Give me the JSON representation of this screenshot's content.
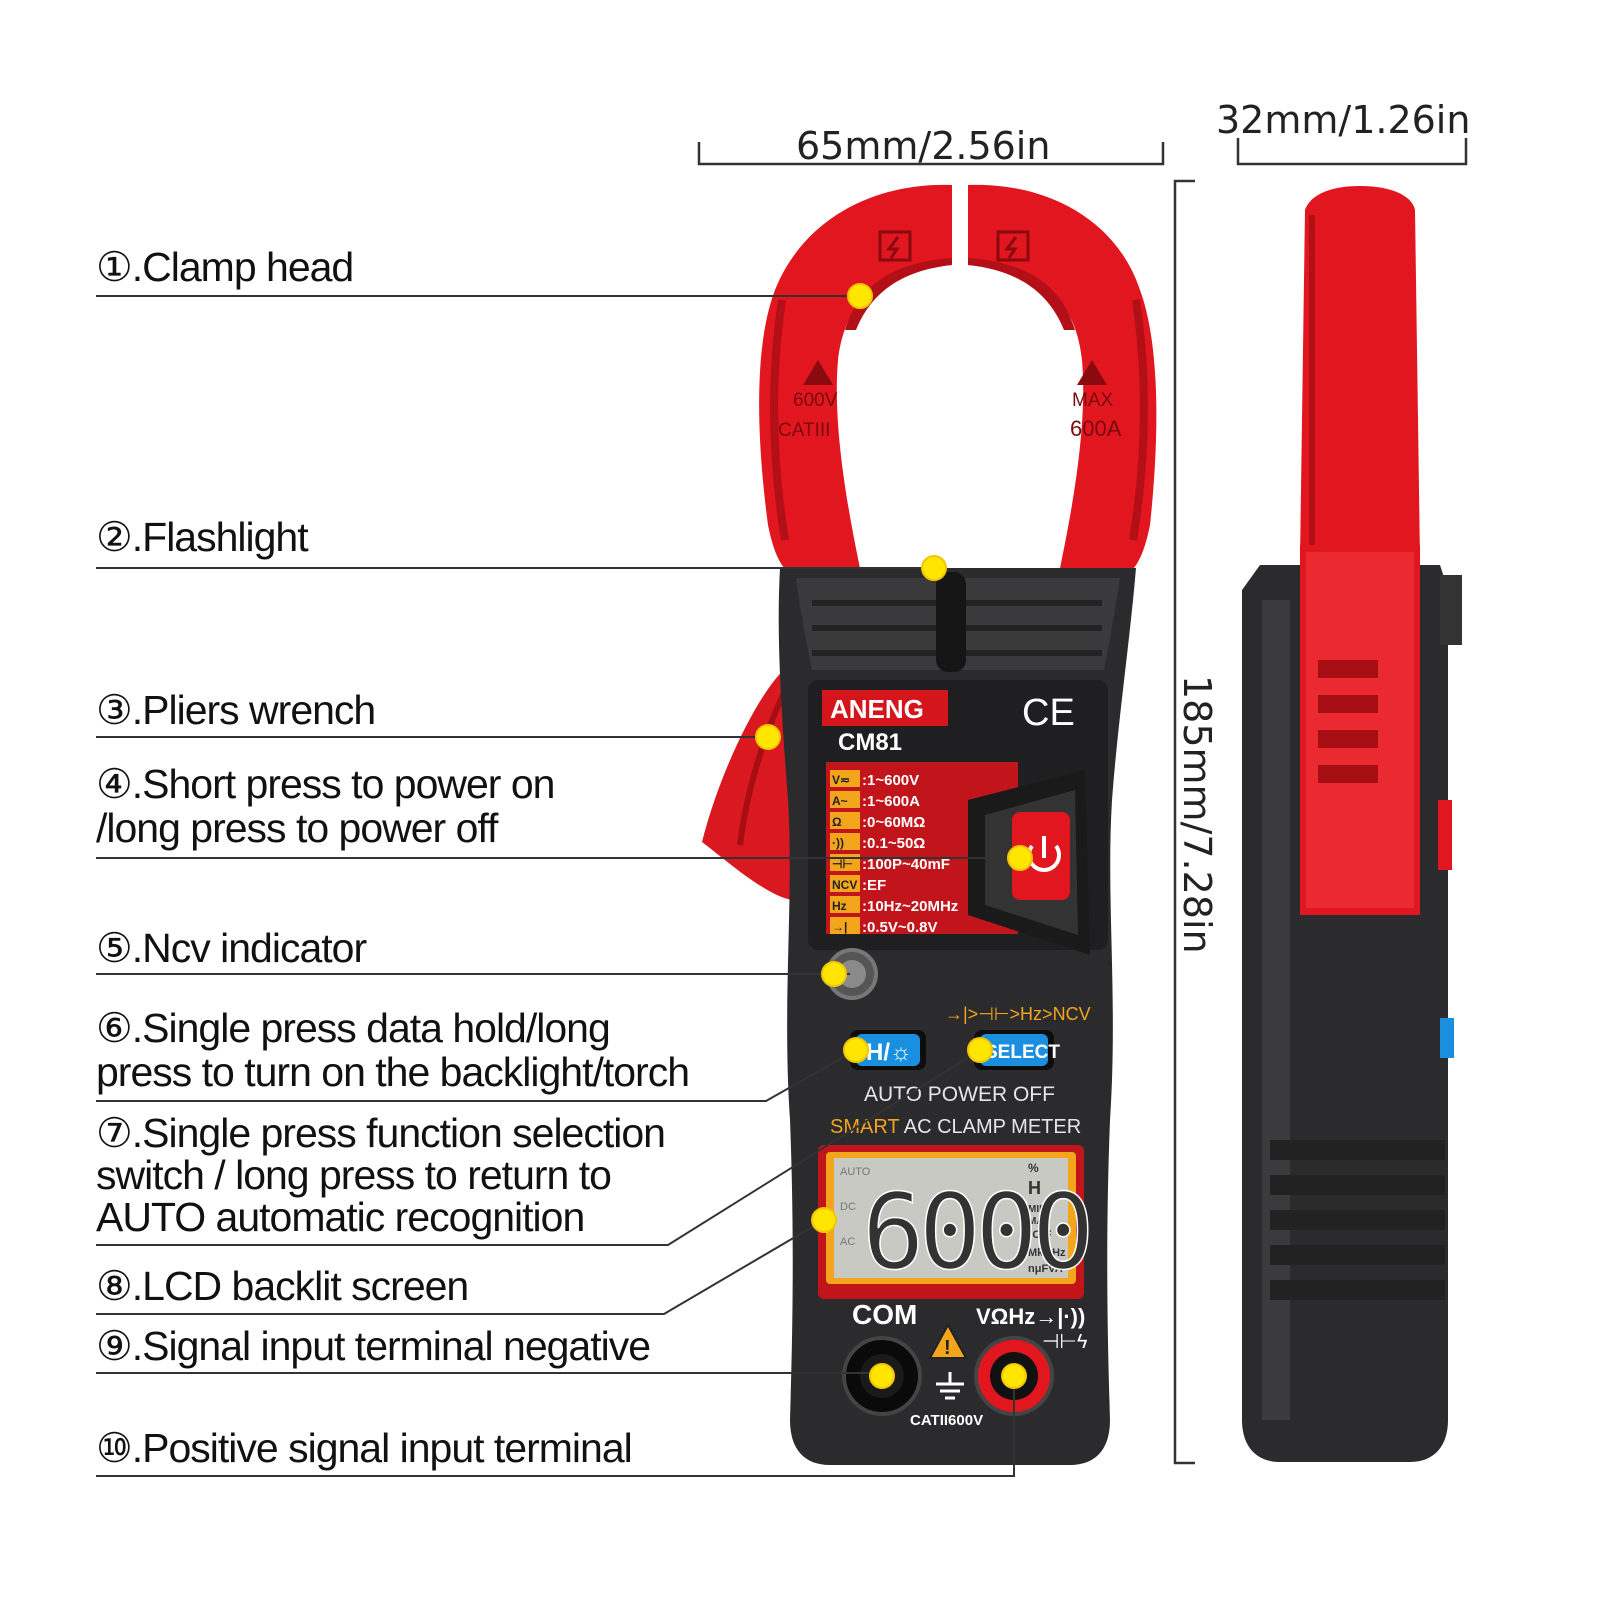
{
  "dimensions": {
    "width": "65mm/2.56in",
    "depth": "32mm/1.26in",
    "height": "185mm/7.28in"
  },
  "callouts": [
    {
      "lines": [
        "①.Clamp head"
      ]
    },
    {
      "lines": [
        "②.Flashlight"
      ]
    },
    {
      "lines": [
        "③.Pliers wrench"
      ]
    },
    {
      "lines": [
        "④.Short press to power on",
        "/long press to power off"
      ]
    },
    {
      "lines": [
        "⑤.Ncv indicator"
      ]
    },
    {
      "lines": [
        "⑥.Single press data hold/long",
        "press to turn on the backlight/torch"
      ]
    },
    {
      "lines": [
        "⑦.Single press function selection",
        "switch / long press to return to",
        "AUTO automatic recognition"
      ]
    },
    {
      "lines": [
        "⑧.LCD backlit screen"
      ]
    },
    {
      "lines": [
        "⑨.Signal input terminal negative"
      ]
    },
    {
      "lines": [
        "⑩.Positive signal input terminal"
      ]
    }
  ],
  "device": {
    "brand": "ANENG",
    "model": "CM81",
    "cert": "CE",
    "clamp_left_1": "600V",
    "clamp_left_2": "CATIII",
    "clamp_right_1": "MAX",
    "clamp_right_2": "600A",
    "specs": [
      {
        "tag": "V≂",
        "range": ":1~600V"
      },
      {
        "tag": "A~",
        "range": ":1~600A"
      },
      {
        "tag": "Ω",
        "range": ":0~60MΩ"
      },
      {
        "tag": "·))",
        "range": ":0.1~50Ω"
      },
      {
        "tag": "⊣⊢",
        "range": ":100P~40mF"
      },
      {
        "tag": "NCV",
        "range": ":EF"
      },
      {
        "tag": "Hz",
        "range": ":10Hz~20MHz"
      },
      {
        "tag": "→|",
        "range": ":0.5V~0.8V"
      }
    ],
    "mode_order": "→|>⊣⊢>Hz>NCV",
    "hold_button": "H/☼",
    "select_button": "SELECT",
    "auto_power_off": "AUTO POWER OFF",
    "title_smart": "SMART",
    "title_rest": " AC CLAMP METER",
    "lcd_value": "6000",
    "lcd_left": [
      "AUTO",
      "DC",
      "AC"
    ],
    "lcd_right": [
      "%",
      "H",
      "MIN",
      "MAX",
      "°C°F",
      "MkΩHz",
      "nμFVA"
    ],
    "com_label": "COM",
    "v_label": "VΩHz→|·))",
    "v_label2": "⊣⊢ϟ",
    "cat_label": "CATII600V"
  },
  "colors": {
    "red": "#e1161e",
    "dark_red": "#a70e14",
    "body": "#2b2b2d",
    "accent_yellow": "#ffe600",
    "orange": "#f3a51c",
    "blue": "#1a8fe0"
  }
}
